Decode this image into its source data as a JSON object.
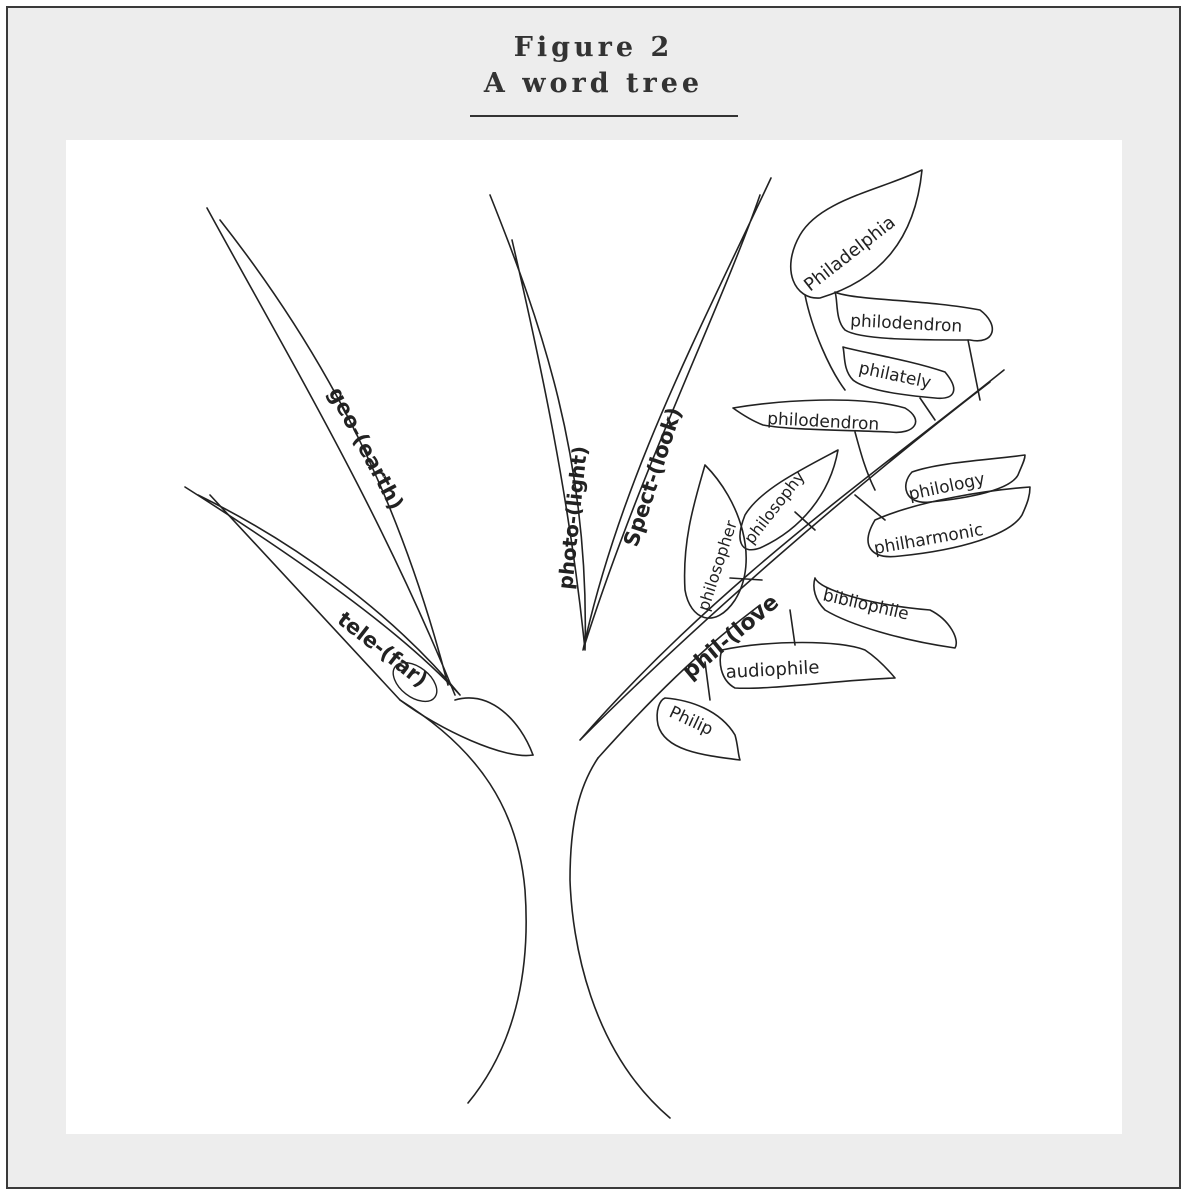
{
  "figure": {
    "label": "Figure 2",
    "title": "A word tree"
  },
  "branches": {
    "geo": "geo-(earth)",
    "tele": "tele-(far)",
    "photo": "photo-(light)",
    "spect": "Spect-(look)",
    "phil": "phil-(love"
  },
  "leaves": {
    "philadelphia": "Philadelphia",
    "philodendron_top": "philodendron",
    "philately": "philately",
    "philodendron_mid": "philodendron",
    "philology": "philology",
    "philharmonic": "philharmonic",
    "bibliophile": "bibliophile",
    "audiophile": "audiophile",
    "philip": "Philip",
    "philosopher": "philosopher",
    "philosophy": "philosophy"
  },
  "colors": {
    "frame_background": "#ededed",
    "panel_background": "#ffffff",
    "ink": "#222222"
  }
}
